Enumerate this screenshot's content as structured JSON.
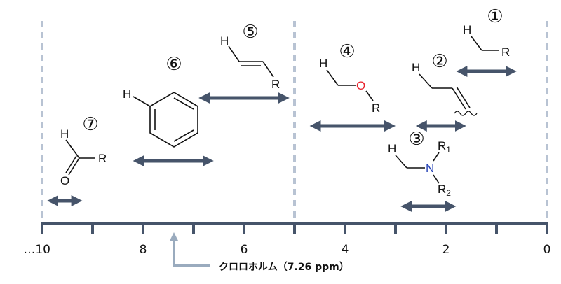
{
  "axis": {
    "ticks": [
      "…10",
      "8",
      "6",
      "4",
      "2",
      "0"
    ],
    "range": [
      10,
      0
    ],
    "minor_ticks": [
      9,
      7,
      5,
      3,
      1
    ],
    "dashed_guides_at": [
      10,
      5,
      0
    ],
    "colors": {
      "axis": "#46546a",
      "guide": "#b8c3d3",
      "arrow": "#46546a",
      "chloroform": "#9aabbe"
    }
  },
  "chloroform_label": "クロロホルム（7.26 ppm）",
  "chloroform_ppm": 7.26,
  "groups": [
    {
      "number": "①",
      "range_ppm": [
        1.8,
        0.6
      ]
    },
    {
      "number": "②",
      "range_ppm": [
        2.6,
        1.6
      ]
    },
    {
      "number": "③",
      "range_ppm": [
        2.9,
        1.8
      ]
    },
    {
      "number": "④",
      "range_ppm": [
        4.7,
        3.0
      ]
    },
    {
      "number": "⑤",
      "range_ppm": [
        6.9,
        5.1
      ]
    },
    {
      "number": "⑥",
      "range_ppm": [
        8.2,
        6.6
      ]
    },
    {
      "number": "⑦",
      "range_ppm": [
        9.9,
        9.2
      ]
    }
  ],
  "atoms": {
    "H": "H",
    "R": "R",
    "O": "O",
    "N": "N",
    "R1": "R",
    "R1_sub": "1",
    "R2": "R",
    "R2_sub": "2",
    "colors": {
      "oxygen": "#e8212b",
      "nitrogen": "#1f3db5"
    }
  }
}
